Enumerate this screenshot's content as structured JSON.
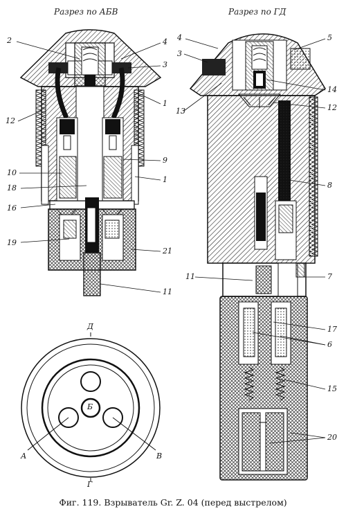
{
  "titles": {
    "left": "Разрез по АБВ",
    "right": "Разрез по ГД"
  },
  "callouts_left": [
    "2",
    "4",
    "3",
    "1",
    "12",
    "9",
    "10",
    "1",
    "18",
    "16",
    "19",
    "21",
    "11"
  ],
  "callouts_right": [
    "4",
    "5",
    "3",
    "14",
    "13",
    "12",
    "8",
    "11",
    "7",
    "17",
    "6",
    "15",
    "20"
  ],
  "plan_labels": {
    "top": "Д",
    "bottom": "Г",
    "A": "А",
    "B": "Б",
    "V": "В"
  },
  "caption": "Фиг. 119. Взрыватель Gr. Z. 04 (перед выстрелом)",
  "colors": {
    "ink": "#1a1a1a",
    "paper": "#ffffff",
    "hatch": "#555555"
  }
}
